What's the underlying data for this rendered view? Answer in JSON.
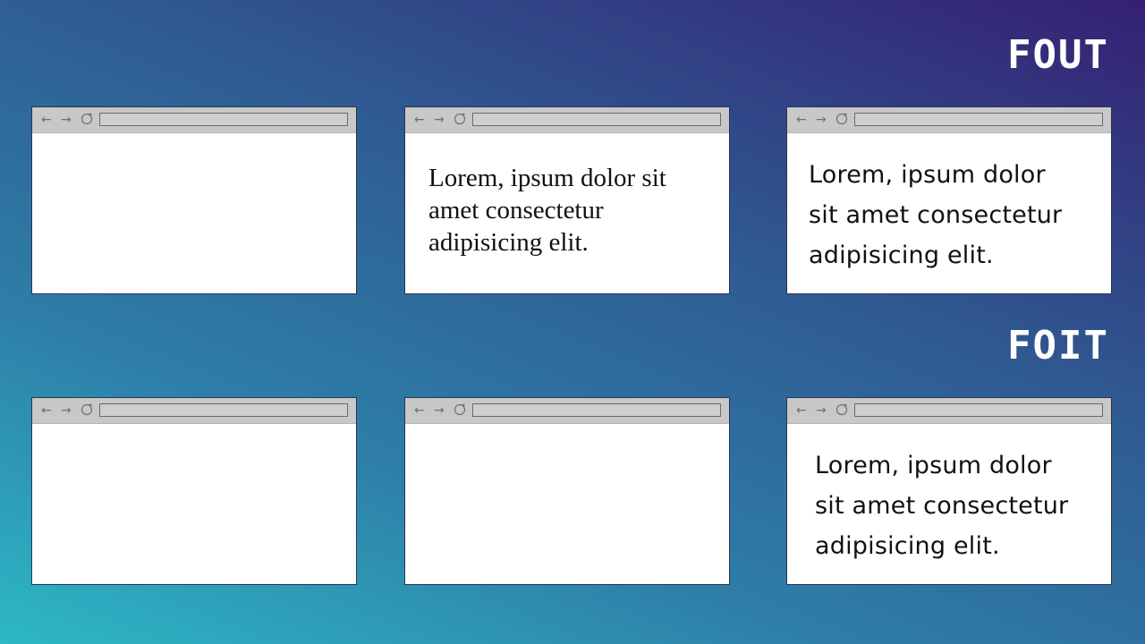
{
  "sections": {
    "fout": {
      "title": "FOUT"
    },
    "foit": {
      "title": "FOIT"
    }
  },
  "sample_text": {
    "fallback_serif": [
      "Lorem, ipsum dolor sit",
      "amet consectetur",
      "adipisicing elit."
    ],
    "webfont_fout": [
      "Lorem, ipsum dolor",
      "sit amet consectetur",
      "adipisicing elit."
    ],
    "webfont_foit": [
      "Lorem, ipsum dolor",
      "sit amet consectetur",
      "adipisicing elit."
    ]
  },
  "icons": {
    "back": "arrow-left-icon",
    "forward": "arrow-right-icon",
    "reload": "reload-icon"
  },
  "colors": {
    "gradient_start": "#2db8c6",
    "gradient_end": "#352073",
    "toolbar": "#c8c8c8",
    "title": "#ffffff"
  }
}
